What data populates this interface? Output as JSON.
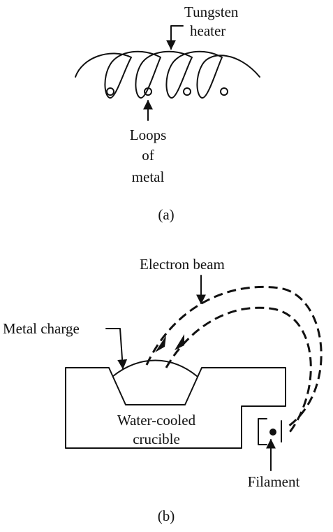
{
  "panel_a": {
    "heater_label_line1": "Tungsten",
    "heater_label_line2": "heater",
    "loops_label_line1": "Loops",
    "loops_label_line2": "of",
    "loops_label_line3": "metal",
    "caption": "(a)"
  },
  "panel_b": {
    "beam_label": "Electron beam",
    "charge_label": "Metal charge",
    "crucible_label_line1": "Water-cooled",
    "crucible_label_line2": "crucible",
    "filament_label": "Filament",
    "caption": "(b)"
  }
}
